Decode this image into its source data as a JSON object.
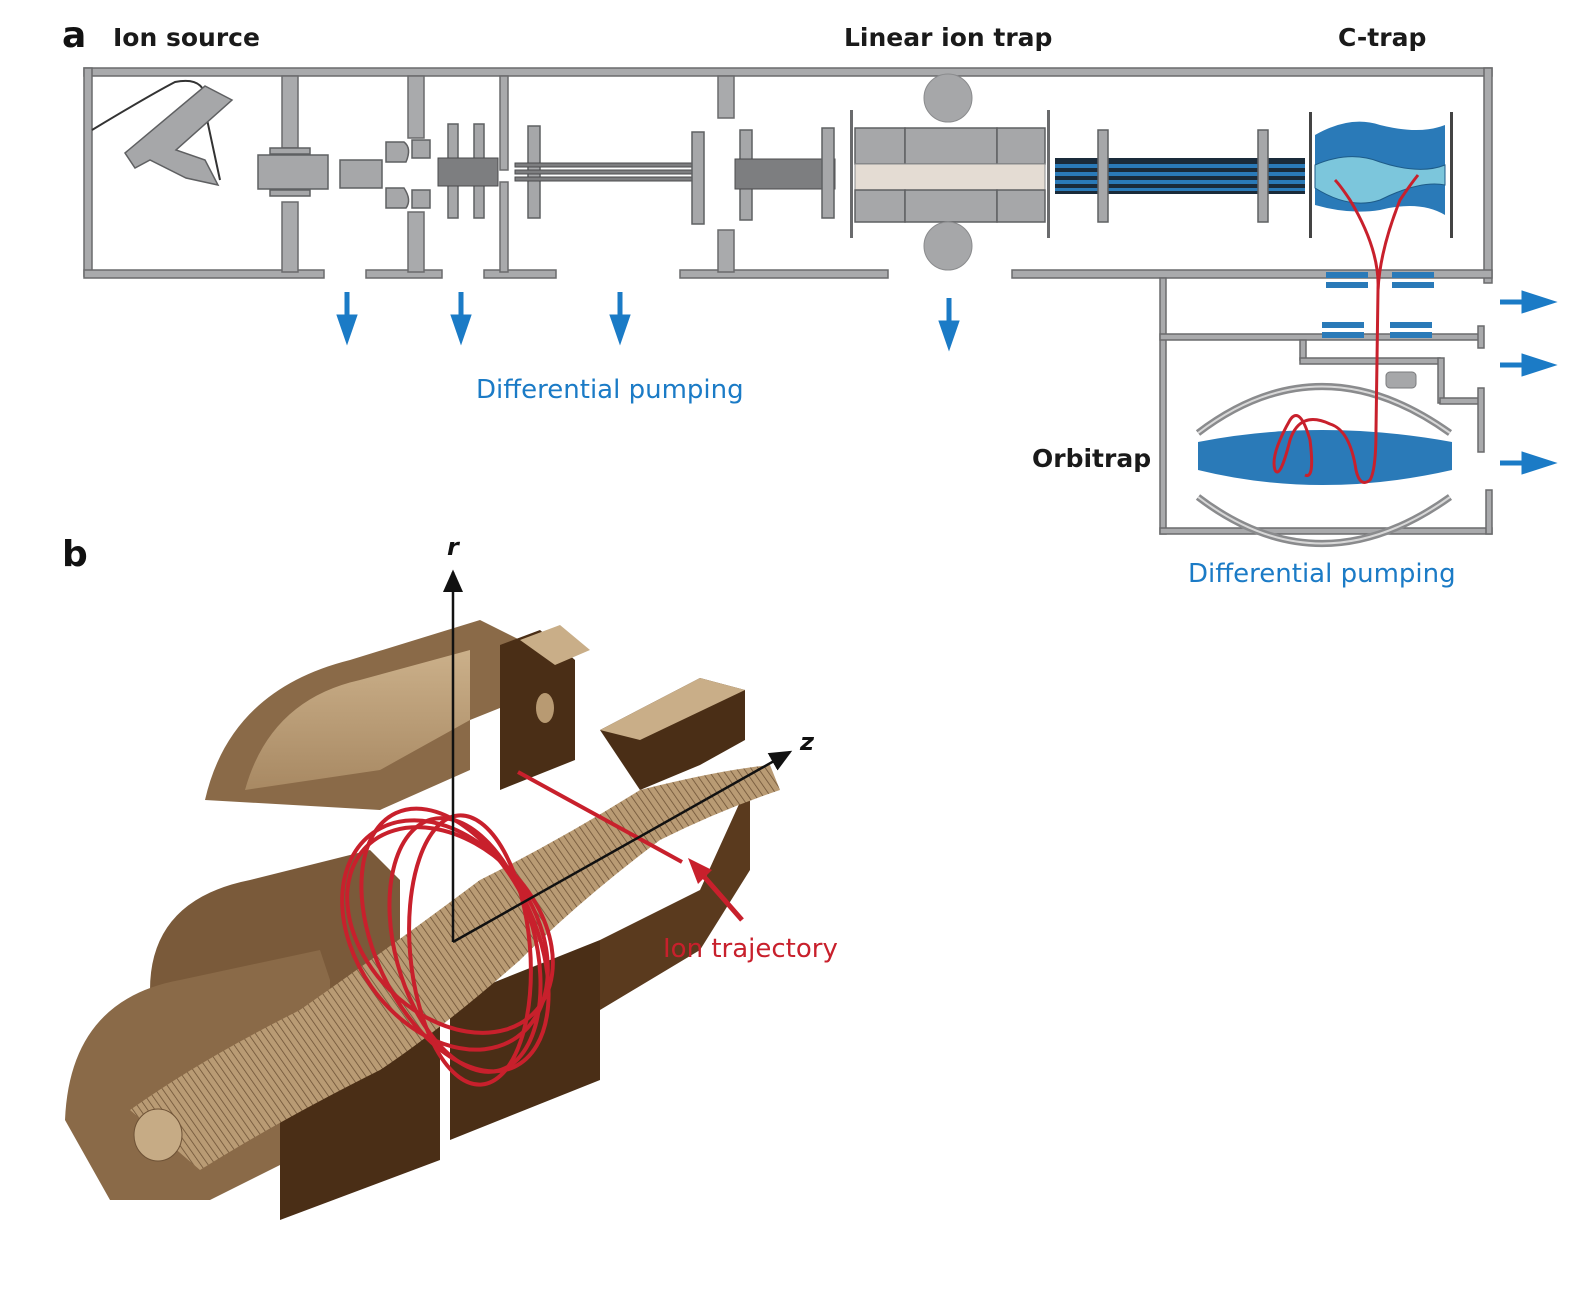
{
  "panel_a": {
    "panel_label": "a",
    "labels": {
      "ion_source": "Ion source",
      "linear_ion_trap": "Linear ion trap",
      "c_trap": "C-trap",
      "orbitrap": "Orbitrap"
    },
    "pumping_label_main": "Differential pumping",
    "pumping_label_orbitrap": "Differential pumping",
    "pump_arrows_down_count": 4,
    "pump_arrows_right_count": 3
  },
  "panel_b": {
    "panel_label": "b",
    "axis_r": "r",
    "axis_z": "z",
    "trajectory_label": "Ion trajectory"
  },
  "colors": {
    "pump_arrow": "#1b7bc6",
    "ion_path": "#c8202c",
    "trap_blue": "#2a7ab8",
    "trap_light_blue": "#7cc6dc",
    "electrode_bronze": "#a8885f",
    "electrode_dark": "#4a2e16",
    "wall_gray": "#a9aaac"
  }
}
